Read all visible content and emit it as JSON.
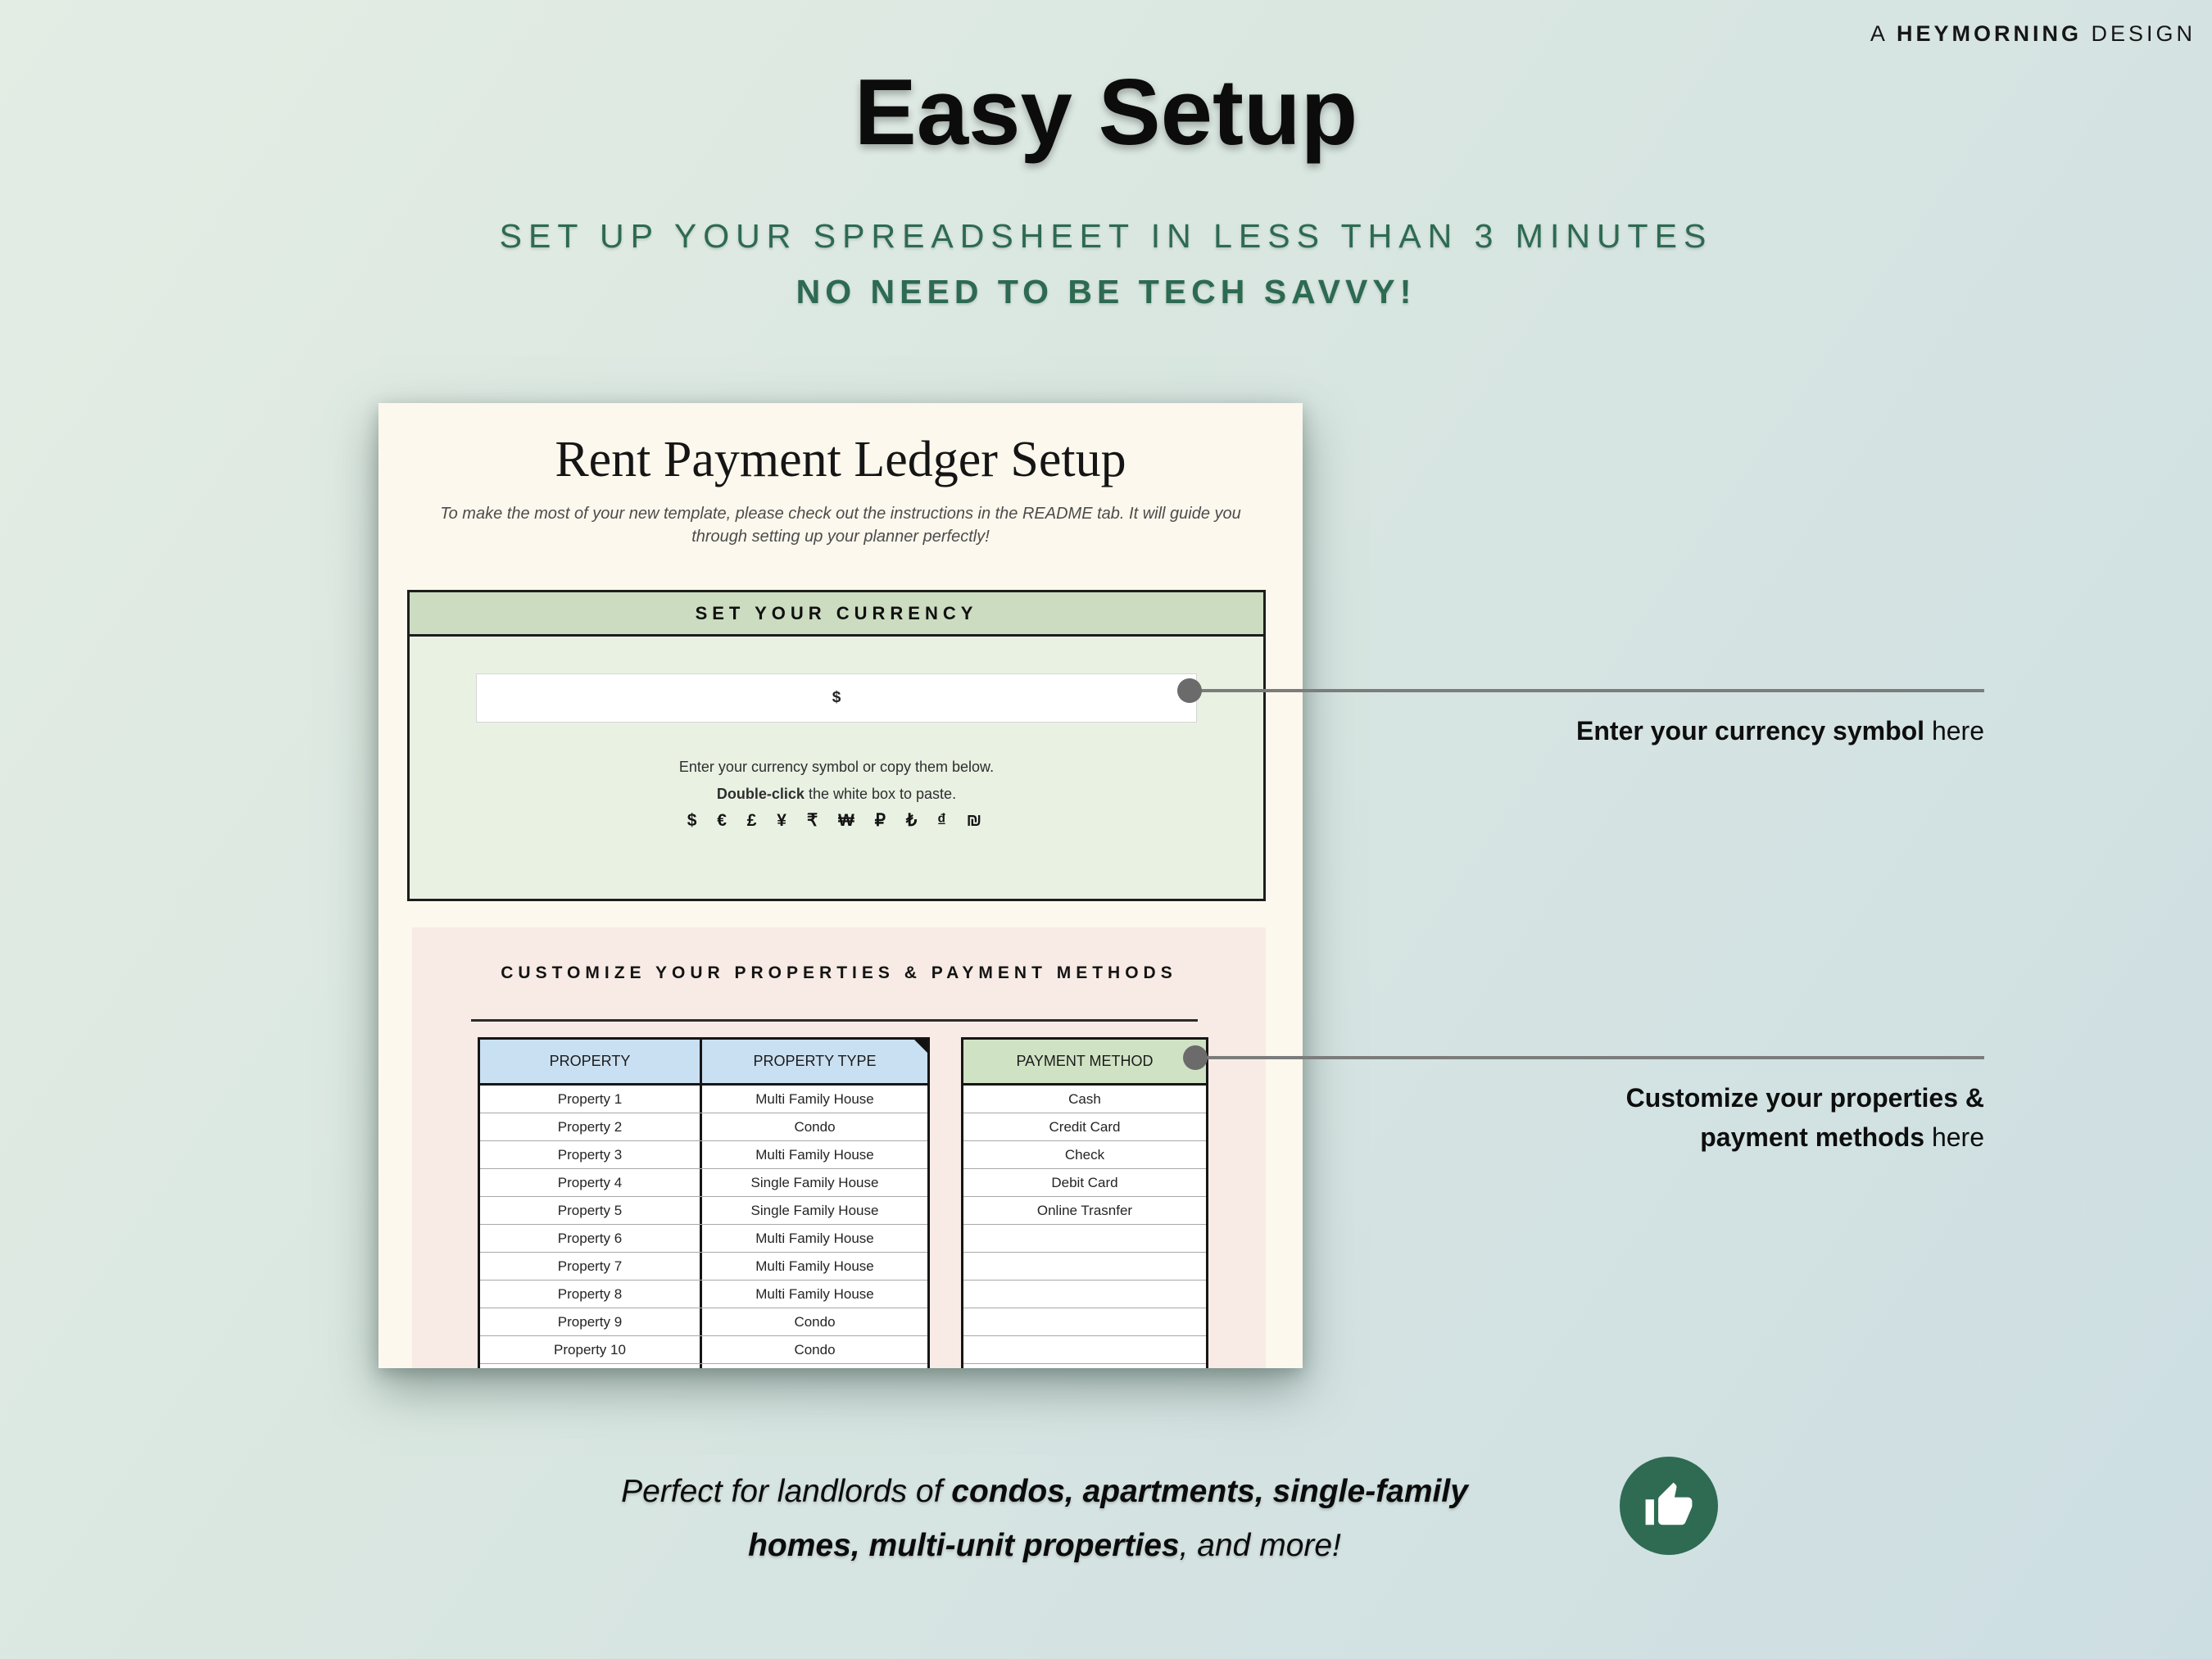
{
  "brand": {
    "prefix": "A ",
    "name": "HEYMORNING",
    "suffix": " DESIGN"
  },
  "header": {
    "title": "Easy Setup",
    "subtitle_line1": "SET UP YOUR SPREADSHEET IN LESS THAN 3 MINUTES",
    "subtitle_line2": "NO NEED TO BE TECH SAVVY!"
  },
  "card": {
    "title": "Rent Payment Ledger Setup",
    "intro_line1": "To make the most of your new template, please check out the instructions in the README tab. It will guide you",
    "intro_line2": "through setting up your planner perfectly!",
    "currency_section": {
      "header": "SET YOUR CURRENCY",
      "input_value": "$",
      "help_line1": "Enter your currency symbol or copy them below.",
      "help_line2_bold": "Double-click",
      "help_line2_rest": " the white box to paste.",
      "symbols": "$ € £ ¥ ₹ ₩ ₽ ₺ ₫ ₪"
    },
    "customize_section": {
      "header": "CUSTOMIZE YOUR PROPERTIES & PAYMENT METHODS",
      "property_table": {
        "columns": [
          "PROPERTY",
          "PROPERTY TYPE"
        ],
        "rows": [
          [
            "Property 1",
            "Multi Family House"
          ],
          [
            "Property 2",
            "Condo"
          ],
          [
            "Property 3",
            "Multi Family House"
          ],
          [
            "Property 4",
            "Single Family House"
          ],
          [
            "Property 5",
            "Single Family House"
          ],
          [
            "Property 6",
            "Multi Family House"
          ],
          [
            "Property 7",
            "Multi Family House"
          ],
          [
            "Property 8",
            "Multi Family House"
          ],
          [
            "Property 9",
            "Condo"
          ],
          [
            "Property 10",
            "Condo"
          ],
          [
            "",
            ""
          ]
        ]
      },
      "payment_table": {
        "column": "PAYMENT METHOD",
        "rows": [
          "Cash",
          "Credit Card",
          "Check",
          "Debit Card",
          "Online Trasnfer",
          "",
          "",
          "",
          "",
          "",
          ""
        ]
      }
    }
  },
  "annotations": {
    "currency_bold": "Enter your currency symbol",
    "currency_rest": " here",
    "customize_bold_line1": "Customize your properties &",
    "customize_bold_line2": "payment methods",
    "customize_rest": " here"
  },
  "footer": {
    "line1_regular": "Perfect for landlords of ",
    "line1_bold": "condos, apartments, single-family",
    "line2_bold": "homes, multi-unit properties",
    "line2_regular": ", and more!"
  },
  "icons": {
    "badge": "thumbs-up-icon",
    "connector": "dot-connector"
  },
  "colors": {
    "accent_green_text": "#2d6a52",
    "badge_green": "#2e6b52",
    "card_cream": "#fcf8ed",
    "sage_header": "#cbdcc0",
    "pale_green_panel": "#e9f1e3",
    "pink_panel": "#f8ebe5",
    "blue_table_header": "#c9dff2",
    "green_table_header": "#cfe2c3",
    "connector_gray": "#7c7c7c"
  }
}
